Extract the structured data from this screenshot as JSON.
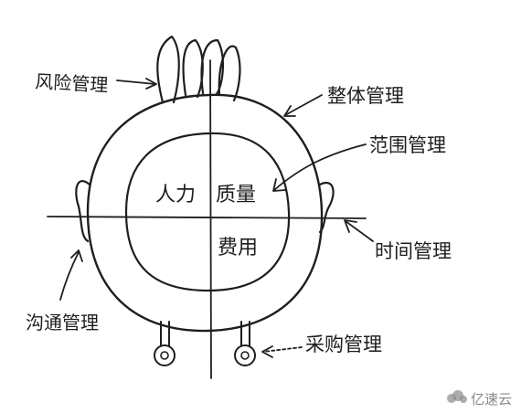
{
  "diagram": {
    "labels": {
      "risk": "风险管理",
      "integration": "整体管理",
      "scope": "范围管理",
      "time": "时间管理",
      "communication": "沟通管理",
      "procurement": "采购管理",
      "hr": "人力",
      "quality": "质量",
      "cost": "费用"
    }
  },
  "watermark": {
    "text": "亿速云",
    "color": "#8a8a8a"
  },
  "colors": {
    "ink": "#1e1e1e",
    "background": "#ffffff"
  }
}
